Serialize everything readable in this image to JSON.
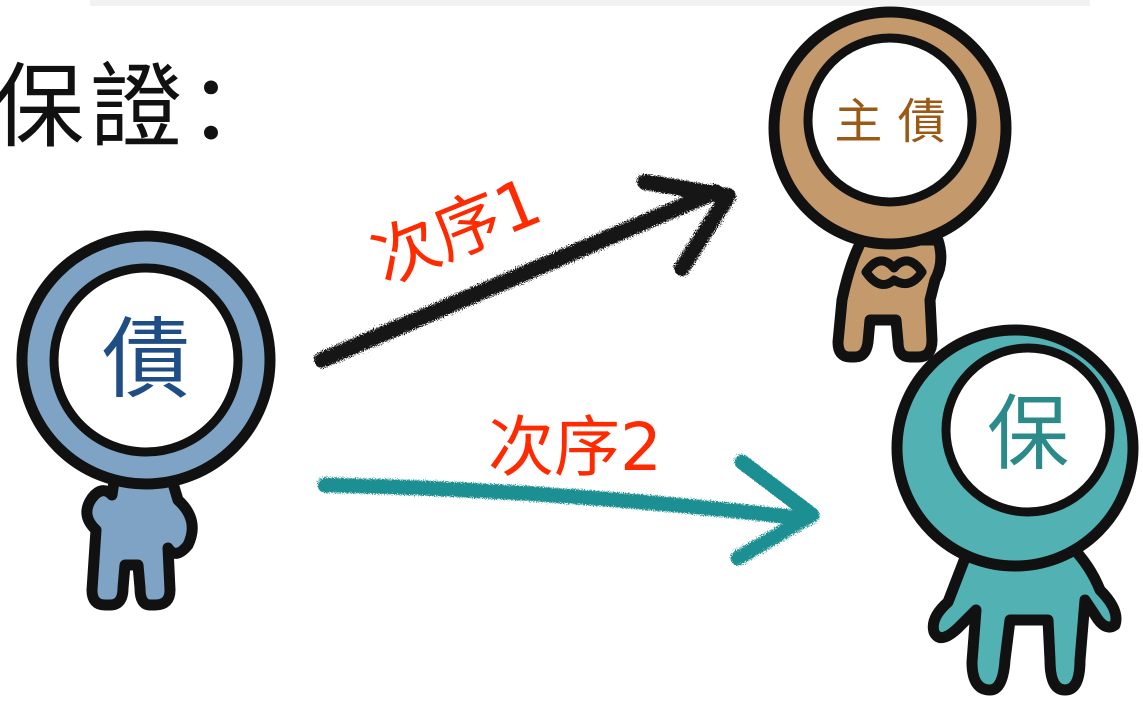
{
  "heading": "保證：",
  "characters": {
    "creditor": {
      "label": "債",
      "body_color": "#7ea3c4",
      "text_color": "#1f4e86"
    },
    "debtor": {
      "label": "主 債",
      "body_color": "#c49a6c",
      "text_color": "#9a5a16"
    },
    "guarantor": {
      "label": "保",
      "body_color": "#52b2b3",
      "text_color": "#2b8a8a"
    }
  },
  "arrows": {
    "order1": {
      "label": "次序1",
      "color": "#141414",
      "label_color": "#ff2a00"
    },
    "order2": {
      "label": "次序2",
      "color": "#1f8f92",
      "label_color": "#ff2a00"
    }
  }
}
